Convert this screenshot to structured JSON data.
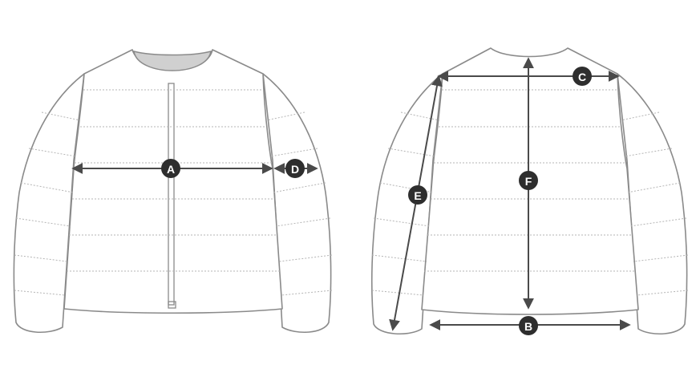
{
  "figure": {
    "views": [
      "front",
      "back"
    ],
    "measurement_labels": {
      "A": "A",
      "B": "B",
      "C": "C",
      "D": "D",
      "E": "E",
      "F": "F"
    }
  },
  "colors": {
    "outline": "#8a8a8a",
    "quilt_line": "#b4b4b4",
    "collar_lining": "#d0d0d0",
    "arrow": "#4a4a4a",
    "badge": "#2e2e2e",
    "badge_text": "#ffffff"
  }
}
